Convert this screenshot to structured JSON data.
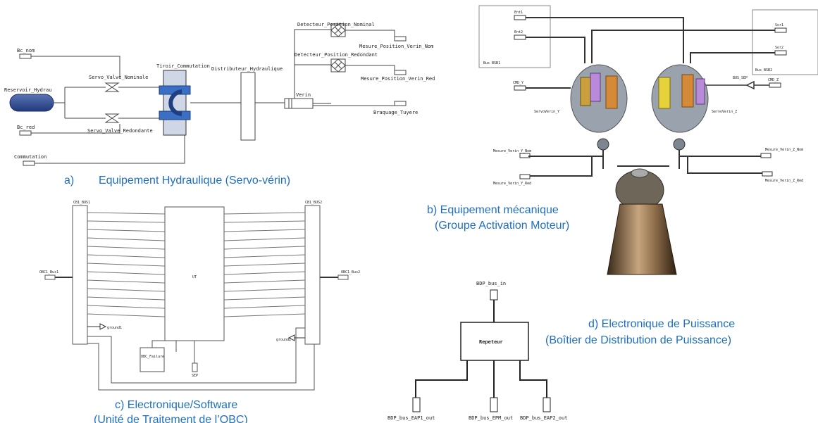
{
  "panel_a": {
    "caption_letter": "a)",
    "caption": "Equipement Hydraulique (Servo-vérin)",
    "labels": {
      "bc_nom": "Bc_nom",
      "reservoir": "Reservoir_Hydrau",
      "servo_nominale": "Servo_Valve_Nominale",
      "servo_redondante": "Servo_Valve_Redondante",
      "bc_red": "Bc_red",
      "commutation": "Commutation",
      "tiroir": "Tiroir_Commutation",
      "distributeur": "Distributeur_Hydraulique",
      "verin": "Verin",
      "det_nominal": "Detecteur_Position_Nominal",
      "det_redondant": "Detecteur_Position_Redondant",
      "mes_nom": "Mesure_Position_Verin_Nom",
      "mes_red": "Mesure_Position_Verin_Red",
      "braquage": "Braquage_Tuyere"
    }
  },
  "panel_b": {
    "caption_line1": "b) Equipement mécanique",
    "caption_line2": "(Groupe Activation Moteur)",
    "labels": {
      "port1": "Ent1",
      "port2": "Ent2",
      "bus_left": "Bus BSB1",
      "bus_right": "Bus BSB2",
      "port_r1": "Sor1",
      "port_r2": "Sor2",
      "cmd_y": "CMD_Y",
      "cmd_z": "CMD_Z",
      "bus_sep": "BUS_SEP",
      "servo_y": "ServoVerin_Y",
      "servo_z": "ServoVerin_Z",
      "mes_y_nom": "Mesure_Verin_Y_Nom",
      "mes_y_red": "Mesure_Verin_Y_Red",
      "mes_z_nom": "Mesure_Verin_Z_Nom",
      "mes_z_red": "Mesure_Verin_Z_Red"
    }
  },
  "panel_c": {
    "caption_line1": "c) Electronique/Software",
    "caption_line2": "(Unité de Traitement de l’OBC)",
    "labels": {
      "cb_left": "CB1_BUS1",
      "cb_right": "CB1_BUS2",
      "obc_left": "OBC1_Bus1",
      "obc_right": "OBC1_Bus2",
      "center": "UT",
      "ground_left": "ground1",
      "ground_right": "ground2",
      "failure": "OBC_Failure",
      "sep": "SEP"
    }
  },
  "panel_d": {
    "caption_line1": "d) Electronique de Puissance",
    "caption_line2": "(Boîtier de Distribution de  Puissance)",
    "labels": {
      "bus_in": "BDP_bus_in",
      "repeteur": "Repeteur",
      "out1": "BDP_bus_EAP1_out",
      "out2": "BDP_bus_EPM_out",
      "out3": "BDP_bus_EAP2_out"
    }
  }
}
